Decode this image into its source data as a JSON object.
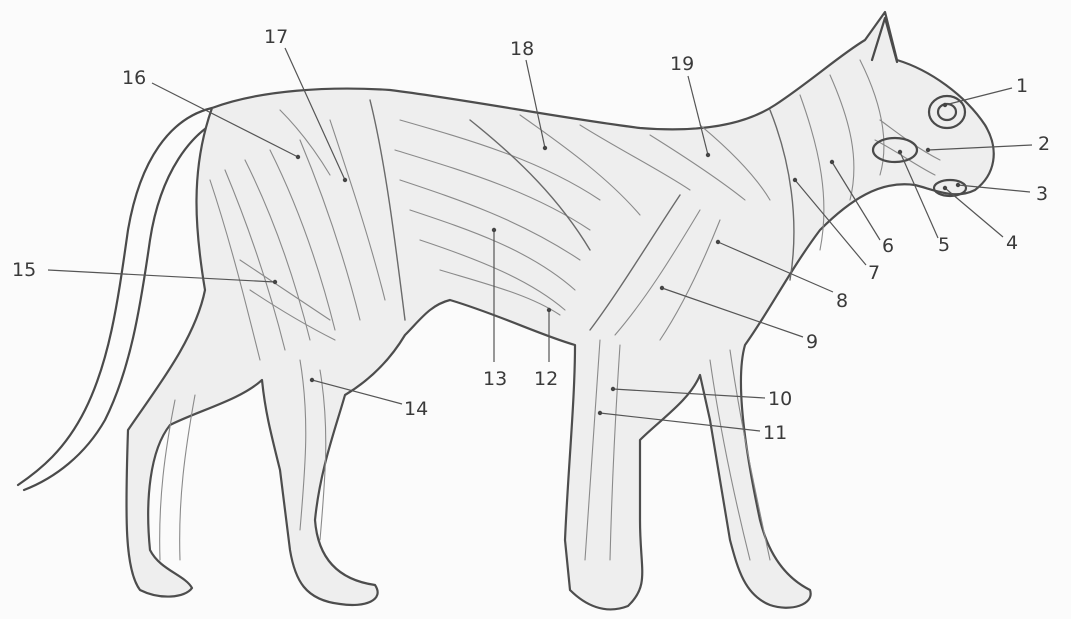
{
  "figure": {
    "labels": [
      {
        "id": "1",
        "text": "1"
      },
      {
        "id": "2",
        "text": "2"
      },
      {
        "id": "3",
        "text": "3"
      },
      {
        "id": "4",
        "text": "4"
      },
      {
        "id": "5",
        "text": "5"
      },
      {
        "id": "6",
        "text": "6"
      },
      {
        "id": "7",
        "text": "7"
      },
      {
        "id": "8",
        "text": "8"
      },
      {
        "id": "9",
        "text": "9"
      },
      {
        "id": "10",
        "text": "10"
      },
      {
        "id": "11",
        "text": "11"
      },
      {
        "id": "12",
        "text": "12"
      },
      {
        "id": "13",
        "text": "13"
      },
      {
        "id": "14",
        "text": "14"
      },
      {
        "id": "15",
        "text": "15"
      },
      {
        "id": "16",
        "text": "16"
      },
      {
        "id": "17",
        "text": "17"
      },
      {
        "id": "18",
        "text": "18"
      },
      {
        "id": "19",
        "text": "19"
      }
    ]
  }
}
